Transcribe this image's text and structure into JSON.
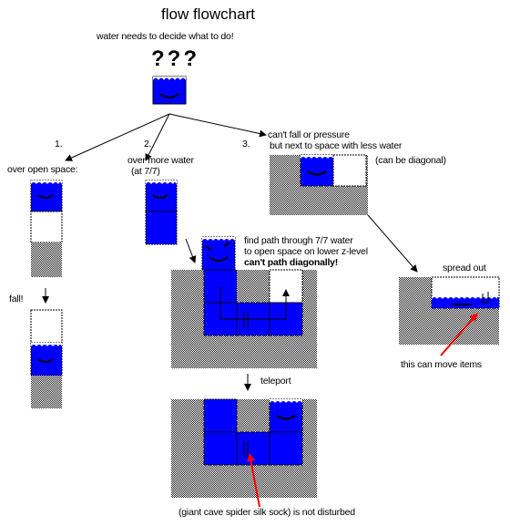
{
  "title": "flow flowchart",
  "intro": "water needs to decide what to do!",
  "question_marks": "???",
  "branches": {
    "one": {
      "number": "1.",
      "label": "over open space:"
    },
    "two": {
      "number": "2.",
      "label_line1": "over more water",
      "label_line2": "(at 7/7)"
    },
    "three": {
      "number": "3.",
      "label_line1": "can't fall or pressure",
      "label_line2": "but next to space with less water",
      "note": "(can be diagonal)"
    }
  },
  "fall_label": "fall!",
  "pathfind": {
    "line1": "find path through 7/7 water",
    "line2": "to open space on lower z-level",
    "line3": "can't path diagonally!"
  },
  "teleport_label": "teleport",
  "spread_label": "spread out",
  "move_items_note": "this can move items",
  "sock_note": "(giant cave spider silk sock) is not disturbed",
  "colors": {
    "water": "#0000ff",
    "rock_dark": "#222222",
    "arrow_red": "#ff0000",
    "line": "#000000"
  }
}
